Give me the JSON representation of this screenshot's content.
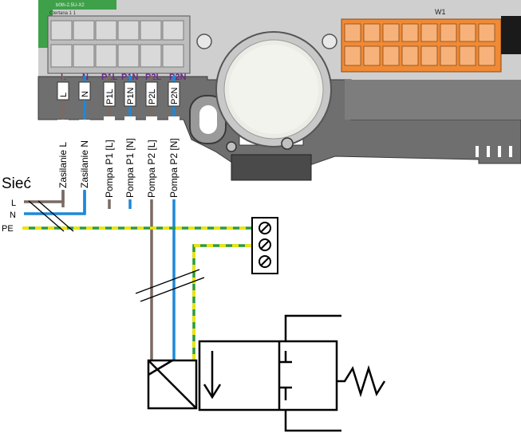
{
  "colors": {
    "board": "#6f6f6f",
    "board_dark": "#4a4a4a",
    "pcb_green": "#3fa04a",
    "terminal_grey": "#bdbdbd",
    "terminal_orange": "#f08a35",
    "wire_brown": "#7a6a62",
    "wire_blue": "#1e88d8",
    "wire_pe_green": "#2e9a3a",
    "wire_pe_yellow": "#f2e600",
    "line_black": "#000000",
    "terminal_label_purple": "#6a2a8a"
  },
  "board": {
    "pcb_texts": [
      "b0th-2.5U-X2",
      "Ctertana 1 1",
      "W1"
    ],
    "terminal_labels": [
      "L",
      "N",
      "P1L",
      "P1N",
      "P2L",
      "P2N"
    ]
  },
  "wire_tags": [
    "L",
    "N",
    "P1L",
    "P1N",
    "P2L",
    "P2N"
  ],
  "wire_labels": [
    "Zasilanie L",
    "Zasilanie N",
    "Pompa P1 [L]",
    "Pompa P1 [N]",
    "Pompa P2 [L]",
    "Pompa P2 [N]"
  ],
  "mains": {
    "title": "Sieć",
    "lines": [
      "L",
      "N",
      "PE"
    ]
  },
  "icons": [
    "pe-terminal-block-icon",
    "solenoid-valve-icon",
    "spring-icon",
    "screw-icon"
  ]
}
